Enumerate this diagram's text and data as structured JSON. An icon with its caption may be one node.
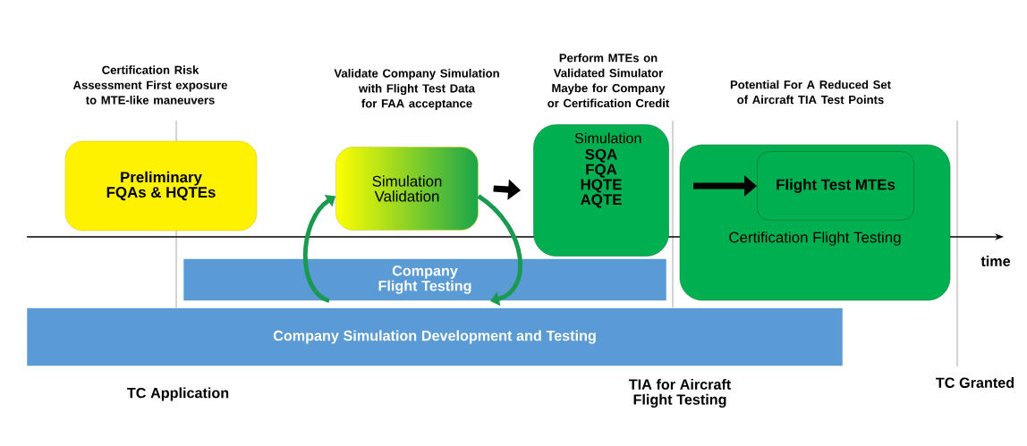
{
  "diagram": {
    "nodes": [
      {
        "text": [
          "Preliminary FQAs & HQTEs"
        ],
        "beside": [
          "Certification Risk Assessment First exposure to MTE-like maneuvers"
        ]
      },
      {
        "text": [
          "Simulation Validation"
        ],
        "beside": [
          "Validate Company Simulation with Flight Test Data for FAA acceptance"
        ]
      },
      {
        "text": [
          "Simulation",
          "SQA FQA HQTE AQTE"
        ],
        "beside": [
          "Perform MTEs on Validated Simulator Maybe for Company or Certification Credit"
        ]
      },
      {
        "text": [
          "Certification Flight Testing"
        ],
        "beside": [
          "Potential For A Reduced Set of Aircraft TIA Test Points"
        ]
      },
      {
        "text": [
          "Flight Test MTEs"
        ],
        "in": 3
      },
      {
        "text": [
          "Company Flight Testing"
        ]
      },
      {
        "text": [
          "Company Simulation Development and Testing"
        ]
      }
    ],
    "edges": [
      {
        "from": 1,
        "to": 2,
        "arrow": "to"
      },
      {
        "from": null,
        "to": 4,
        "arrow": "to"
      },
      {
        "from": 5,
        "to": 1,
        "arrow": "to",
        "color": "#1a9a50"
      },
      {
        "from": 1,
        "to": 5,
        "arrow": "to",
        "color": "#1a9a50"
      }
    ],
    "labels": [
      "time",
      "TC Application",
      "TIA for Aircraft Flight Testing",
      "TC Granted"
    ]
  }
}
